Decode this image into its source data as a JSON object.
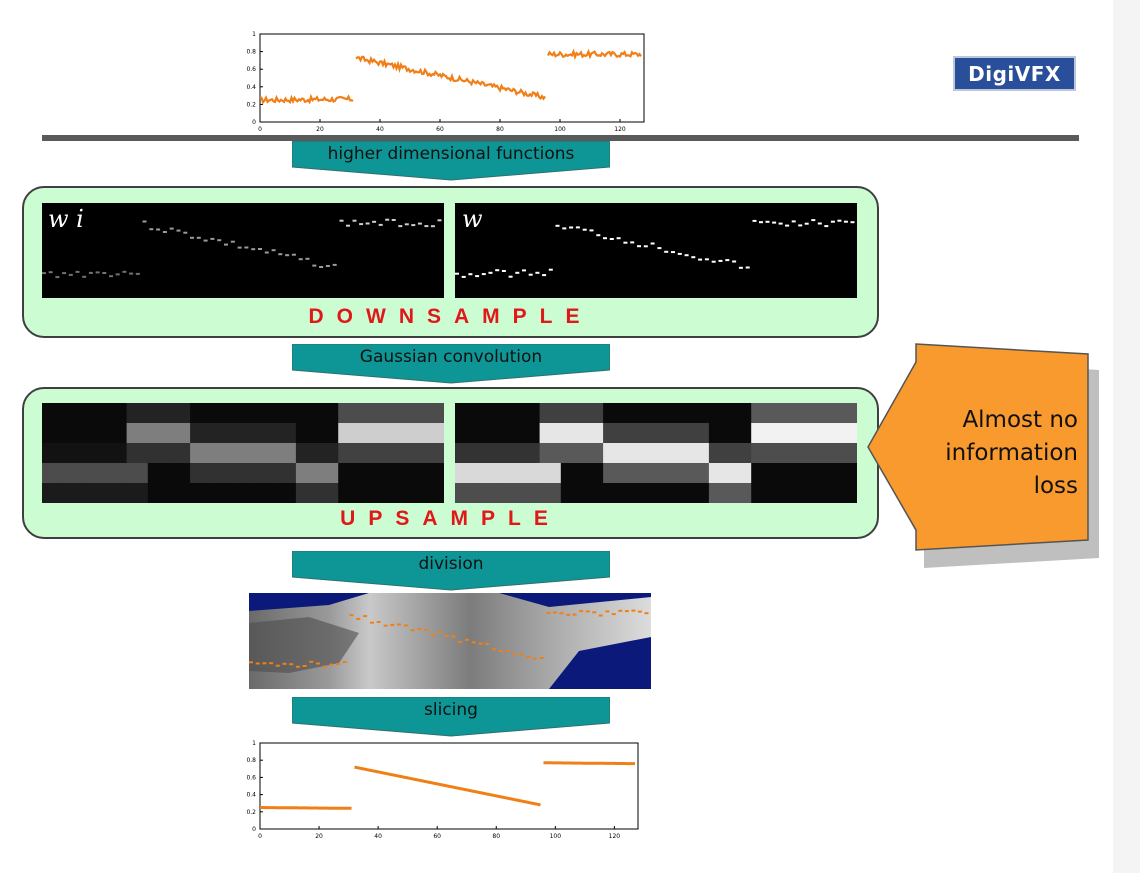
{
  "logo": {
    "part1": "Digi",
    "part2": "VFX"
  },
  "steps": {
    "higher_dimensional": "higher dimensional functions",
    "gaussian": "Gaussian convolution",
    "division": "division",
    "slicing": "slicing"
  },
  "panels": {
    "downsample": {
      "label": "DOWNSAMPLE",
      "left_tag": "w i",
      "right_tag": "w"
    },
    "upsample": {
      "label": "UPSAMPLE"
    }
  },
  "callout": {
    "lines": [
      "Almost no",
      "information",
      "loss"
    ],
    "color": "#f99a2f"
  },
  "colors": {
    "teal": "#0e9696",
    "panel_green": "#ccfcd2",
    "label_red": "#e0181a",
    "signal_orange": "#f07f18"
  },
  "chart_data": [
    {
      "type": "line",
      "title": "",
      "xlabel": "",
      "ylabel": "",
      "xlim": [
        0,
        128
      ],
      "ylim": [
        0,
        1
      ],
      "x_ticks": [
        "0",
        "20",
        "40",
        "60",
        "80",
        "100",
        "120"
      ],
      "y_ticks": [
        "0",
        "0.2",
        "0.4",
        "0.6",
        "0.8",
        "1"
      ],
      "series": [
        {
          "x": [
            0,
            31
          ],
          "y": [
            0.25,
            0.26
          ],
          "noise": "noisy"
        },
        {
          "x": [
            32,
            95
          ],
          "y": [
            0.73,
            0.28
          ],
          "noise": "noisy"
        },
        {
          "x": [
            96,
            127
          ],
          "y": [
            0.77,
            0.77
          ],
          "noise": "noisy"
        }
      ]
    },
    {
      "type": "line",
      "title": "",
      "xlabel": "",
      "ylabel": "",
      "xlim": [
        0,
        128
      ],
      "ylim": [
        0,
        1
      ],
      "x_ticks": [
        "0",
        "20",
        "40",
        "60",
        "80",
        "100",
        "120"
      ],
      "y_ticks": [
        "0",
        "0.2",
        "0.4",
        "0.6",
        "0.8",
        "1"
      ],
      "series": [
        {
          "x": [
            0,
            31
          ],
          "y": [
            0.25,
            0.24
          ],
          "noise": "smooth"
        },
        {
          "x": [
            32,
            95
          ],
          "y": [
            0.72,
            0.28
          ],
          "noise": "smooth"
        },
        {
          "x": [
            96,
            127
          ],
          "y": [
            0.77,
            0.76
          ],
          "noise": "smooth"
        }
      ]
    }
  ]
}
